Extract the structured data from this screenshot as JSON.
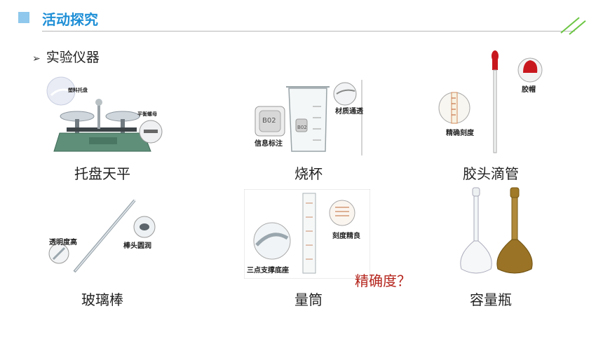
{
  "header": {
    "title": "活动探究"
  },
  "section": {
    "bullet": "➢",
    "title": "实验仪器"
  },
  "items": [
    {
      "name": "托盘天平",
      "tags": [
        "塑料托盘",
        "平衡螺母"
      ]
    },
    {
      "name": "烧杯",
      "tags": [
        "材质通透",
        "信息标注"
      ],
      "marks": [
        "B02",
        "B02"
      ]
    },
    {
      "name": "胶头滴管",
      "tags": [
        "胶帽",
        "精确刻度"
      ]
    },
    {
      "name": "玻璃棒",
      "tags": [
        "透明度高",
        "棒头圆润"
      ]
    },
    {
      "name": "量筒",
      "tags": [
        "刻度精良",
        "三点支撑底座"
      ]
    },
    {
      "name": "容量瓶",
      "tags": []
    }
  ],
  "question": "精确度？",
  "colors": {
    "accent": "#1f8fd6",
    "square": "#8fc8ec",
    "question": "#b5261e",
    "slash": "#6cc644"
  }
}
